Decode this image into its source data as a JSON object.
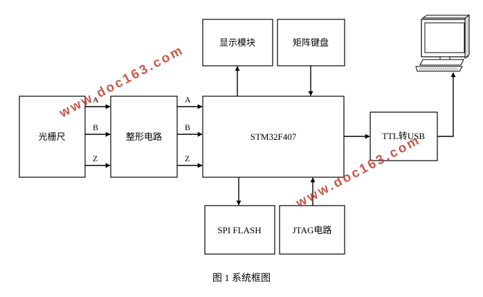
{
  "blocks": {
    "grating": "光栅尺",
    "shaping": "整形电路",
    "mcu": "STM32F407",
    "display": "显示模块",
    "keypad": "矩阵键盘",
    "spi_flash": "SPI FLASH",
    "jtag": "JTAG电路",
    "ttl_usb": "TTL转USB"
  },
  "signals": {
    "a": "A",
    "b": "B",
    "z": "Z"
  },
  "watermark": "www.doc163.com",
  "caption": "图 1  系统框图"
}
